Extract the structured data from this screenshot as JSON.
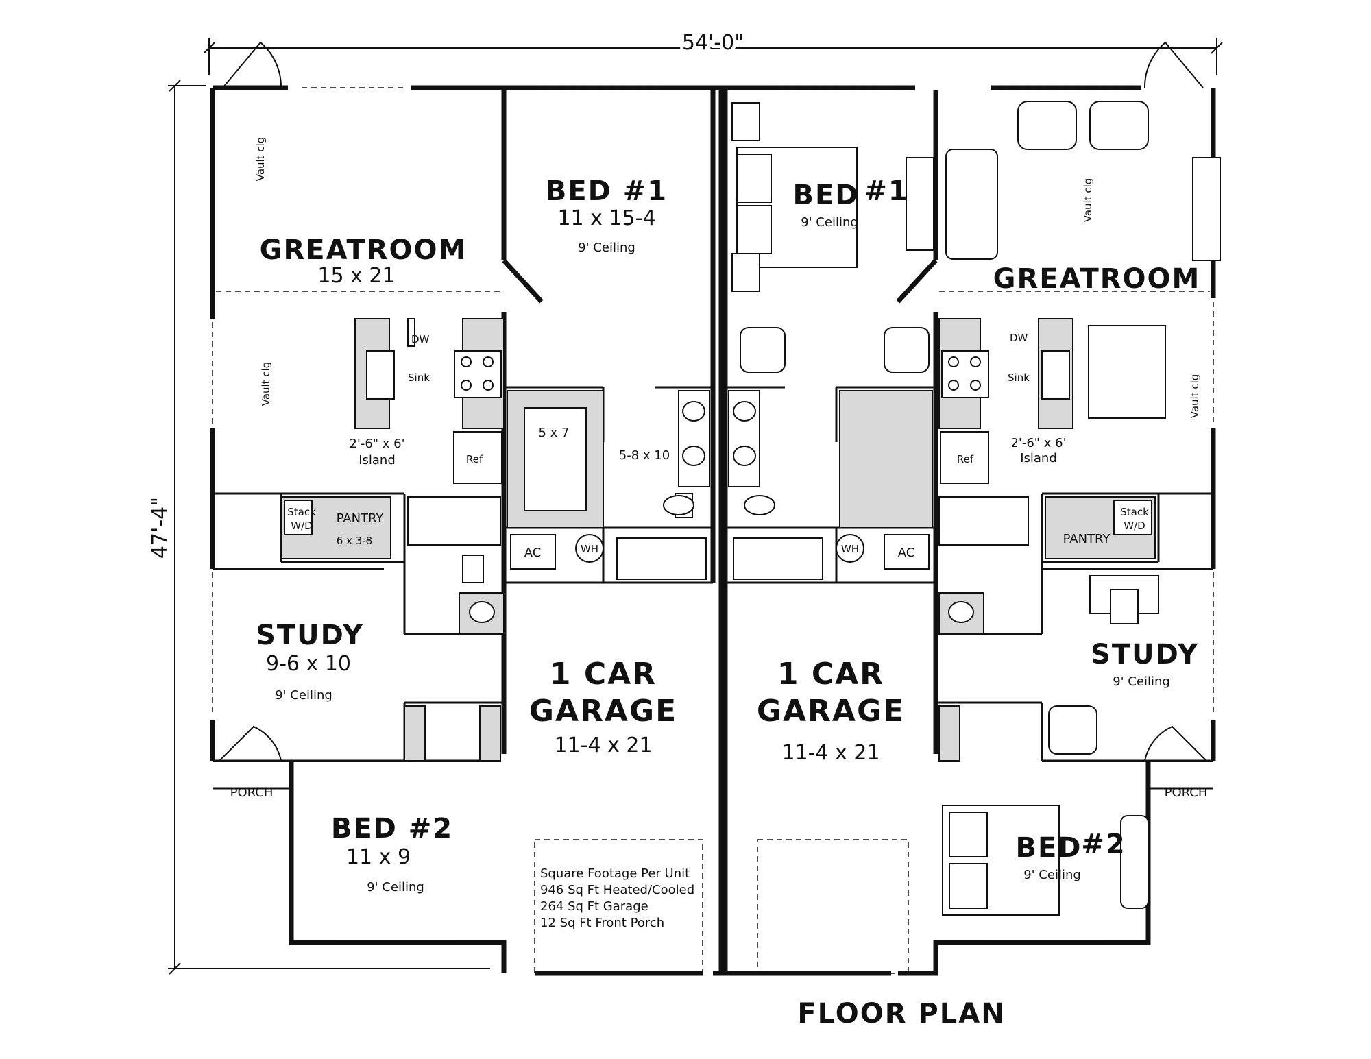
{
  "dimensions": {
    "width_label": "54'-0\"",
    "depth_label": "47'-4\""
  },
  "plan_title": "FLOOR PLAN",
  "left_unit": {
    "greatroom": {
      "name": "GREATROOM",
      "size": "15 x 21"
    },
    "vault_top": "Vault clg",
    "vault_bottom": "Vault clg",
    "kitchen": {
      "dw": "DW",
      "sink": "Sink",
      "ref": "Ref",
      "island_size": "2'-6\" x 6'",
      "island_label": "Island"
    },
    "bed1": {
      "name": "BED #1",
      "size": "11 x 15-4",
      "ceiling": "9' Ceiling"
    },
    "closet": "5 x 7",
    "bath": "5-8 x 10",
    "pantry": {
      "name": "PANTRY",
      "size": "6 x 3-8",
      "stack": "Stack",
      "wd": "W/D"
    },
    "ac": "AC",
    "wh": "WH",
    "study": {
      "name": "STUDY",
      "size": "9-6 x 10",
      "ceiling": "9' Ceiling"
    },
    "porch": "PORCH",
    "bed2": {
      "name": "BED #2",
      "size": "11 x 9",
      "ceiling": "9' Ceiling"
    },
    "garage": {
      "line1": "1 CAR",
      "line2": "GARAGE",
      "size": "11-4 x 21"
    },
    "square_footage": [
      "Square Footage Per Unit",
      "946 Sq Ft Heated/Cooled",
      "264 Sq Ft Garage",
      "12 Sq Ft Front Porch"
    ]
  },
  "right_unit": {
    "greatroom": {
      "name": "GREATROOM"
    },
    "vault_top": "Vault clg",
    "vault_bottom": "Vault clg",
    "kitchen": {
      "dw": "DW",
      "sink": "Sink",
      "ref": "Ref",
      "island_size": "2'-6\" x 6'",
      "island_label": "Island"
    },
    "bed1": {
      "name": "BED",
      "num": "#1",
      "ceiling": "9' Ceiling"
    },
    "pantry": {
      "name": "PANTRY",
      "stack": "Stack",
      "wd": "W/D"
    },
    "ac": "AC",
    "wh": "WH",
    "study": {
      "name": "STUDY",
      "ceiling": "9' Ceiling"
    },
    "porch": "PORCH",
    "bed2": {
      "name": "BED",
      "num": "#2",
      "ceiling": "9' Ceiling"
    },
    "garage": {
      "line1": "1 CAR",
      "line2": "GARAGE",
      "size": "11-4 x 21"
    }
  }
}
